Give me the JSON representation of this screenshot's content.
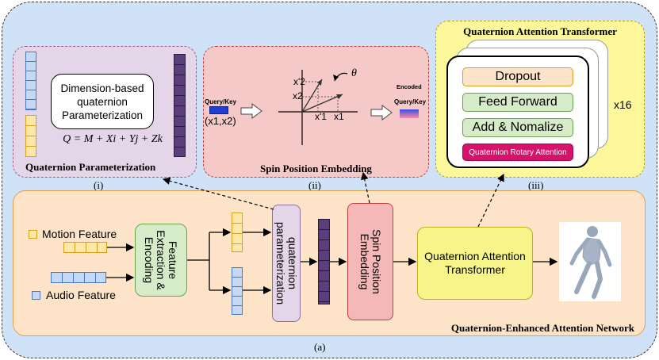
{
  "panels": {
    "param": {
      "title": "Quaternion Parameterization",
      "box_text": "Dimension-based quaternion Parameterization",
      "formula": "Q = M + Xi + Yj + Zk",
      "label": "(i)"
    },
    "spin": {
      "title": "Spin Position Embedding",
      "label": "(ii)",
      "input_label": "Query/Key",
      "input_coords": "(x1,x2)",
      "output_label_1": "Encoded",
      "output_label_2": "Query/Key",
      "theta": "θ",
      "x2p": "x'2",
      "x2": "x2",
      "x1p": "x'1",
      "x1": "x1"
    },
    "transformer": {
      "title": "Quaternion Attention Transformer",
      "label": "(iii)",
      "layers": [
        "Dropout",
        "Feed Forward",
        "Add & Nomalize",
        "Quaternion Rotary Attention"
      ],
      "repeat": "x16"
    },
    "network": {
      "title": "Quaternion-Enhanced Attention Network",
      "label": "(a)"
    }
  },
  "network": {
    "motion_feature": "Motion Feature",
    "audio_feature": "Audio Feature",
    "feature_extraction": "Feature Extraction & Encoding",
    "quat_param": "quaternion parameterization",
    "spin_embed": "Spin Position Embedding",
    "qat": "Quaternion Attention Transformer"
  },
  "colors": {
    "outer_bg": "#cfe2f7",
    "param_bg": "#e4d5e8",
    "spin_bg": "#f6c9c9",
    "transformer_bg": "#fbf79a",
    "network_bg": "#fde3c7",
    "motion": "#fde8a8",
    "audio": "#c5d8f5",
    "purple_block": "#5a3f7a",
    "green": "#d6ecc8",
    "pink": "#f5b8b8",
    "yellow": "#f7f58a"
  }
}
